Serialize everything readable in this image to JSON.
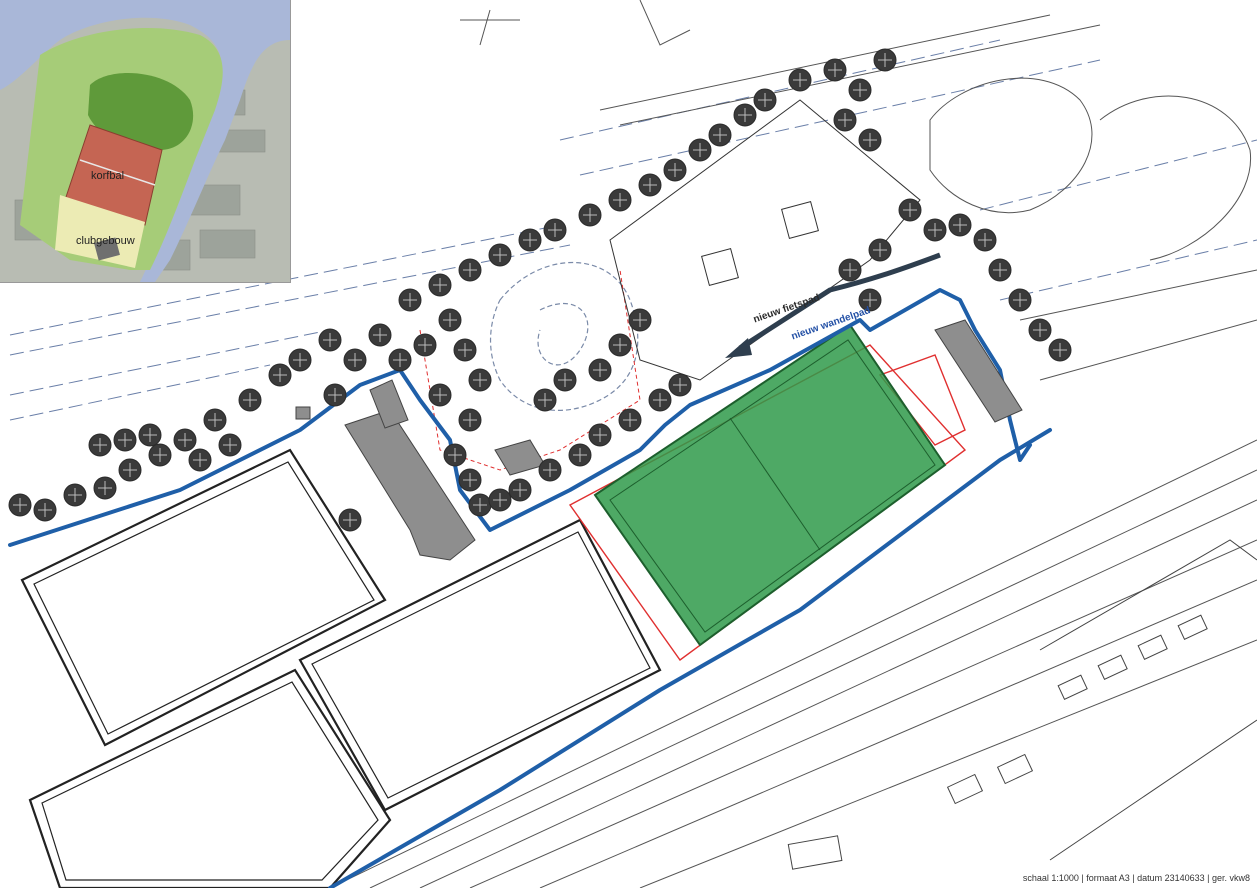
{
  "inset": {
    "labels": {
      "korfbal": "korfbal",
      "clubgebouw": "clubgebouw"
    },
    "colors": {
      "water": "#a9b7d8",
      "grass": "#a6cc78",
      "dark_field": "#5f9a3a",
      "korfbal_field": "#c56553",
      "clubgebouw_area": "#ecebb4",
      "building": "#6f6f6f"
    }
  },
  "map": {
    "path_labels": {
      "fietspad": "nieuw fietspad",
      "wandelpad": "nieuw wandelpad"
    },
    "footer": "schaal 1:1000  |  formaat A3  |  datum 23140633  |  ger. vkw8",
    "colors": {
      "new_field": "#2f9a4a",
      "new_path": "#1f5fa8",
      "boundary": "#e03030",
      "building": "#8e8e8e",
      "tree": "#2b2b2b",
      "field_line": "#222222",
      "arrow": "#2e3e4e"
    },
    "icons": [
      "tree-symbol-icon",
      "arrow-icon"
    ]
  }
}
